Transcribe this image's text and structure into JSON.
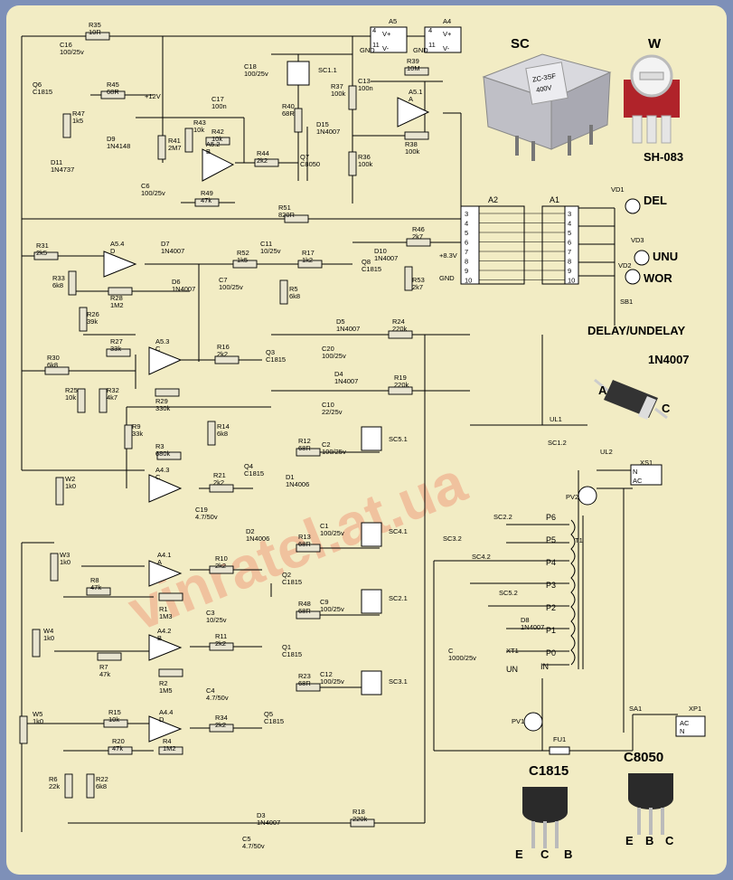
{
  "watermark": "vinratel.at.ua",
  "products": {
    "sc": {
      "title": "SC",
      "face_text": [
        "ZC-3SF",
        "400V"
      ]
    },
    "w": {
      "title": "W",
      "caption": "SH-083"
    },
    "diode": {
      "title": "1N4007",
      "pin_a": "A",
      "pin_c": "C"
    },
    "c1815": {
      "title": "C1815",
      "pins": [
        "E",
        "C",
        "B"
      ]
    },
    "c8050": {
      "title": "C8050",
      "pins": [
        "E",
        "B",
        "C"
      ]
    }
  },
  "indicators": {
    "vd1": "VD1",
    "del": "DEL",
    "vd3": "VD3",
    "unu": "UNU",
    "vd2": "VD2",
    "wor": "WOR",
    "sb1": "SB1",
    "delay": "DELAY/UNDELAY"
  },
  "components": [
    {
      "ref": "R35",
      "val": "10R"
    },
    {
      "ref": "C16",
      "val": "100/25v"
    },
    {
      "ref": "Q6",
      "val": "C1815"
    },
    {
      "ref": "R45",
      "val": "68R"
    },
    {
      "ref": "R47",
      "val": "1k5"
    },
    {
      "ref": "D11",
      "val": "1N4737"
    },
    {
      "ref": "D9",
      "val": "1N4148"
    },
    {
      "ref": "R41",
      "val": "2M7"
    },
    {
      "ref": "R43",
      "val": "10k"
    },
    {
      "ref": "R42",
      "val": "10k"
    },
    {
      "ref": "C17",
      "val": "100n"
    },
    {
      "ref": "A5.2",
      "val": "B"
    },
    {
      "ref": "C6",
      "val": "100/25v"
    },
    {
      "ref": "R49",
      "val": "47k"
    },
    {
      "ref": "R44",
      "val": "2k2"
    },
    {
      "ref": "Q7",
      "val": "C8050"
    },
    {
      "ref": "C18",
      "val": "100/25v"
    },
    {
      "ref": "SC1.1",
      "val": ""
    },
    {
      "ref": "R40",
      "val": "68R"
    },
    {
      "ref": "D15",
      "val": "1N4007"
    },
    {
      "ref": "R37",
      "val": "100k"
    },
    {
      "ref": "C13",
      "val": "100n"
    },
    {
      "ref": "R39",
      "val": "10M"
    },
    {
      "ref": "A5.1",
      "val": "A"
    },
    {
      "ref": "R38",
      "val": "100k"
    },
    {
      "ref": "R36",
      "val": "100k"
    },
    {
      "ref": "A5",
      "val": ""
    },
    {
      "ref": "A4",
      "val": ""
    },
    {
      "ref": "R51",
      "val": "820R"
    },
    {
      "ref": "R31",
      "val": "2k5"
    },
    {
      "ref": "A5.4",
      "val": "D"
    },
    {
      "ref": "D7",
      "val": "1N4007"
    },
    {
      "ref": "R52",
      "val": "1k5"
    },
    {
      "ref": "C11",
      "val": "10/25v"
    },
    {
      "ref": "R17",
      "val": "1k2"
    },
    {
      "ref": "D10",
      "val": "1N4007"
    },
    {
      "ref": "R46",
      "val": "2k7"
    },
    {
      "ref": "Q8",
      "val": "C1815"
    },
    {
      "ref": "R53",
      "val": "2k7"
    },
    {
      "ref": "R33",
      "val": "6k8"
    },
    {
      "ref": "R28",
      "val": "1M2"
    },
    {
      "ref": "D6",
      "val": "1N4007"
    },
    {
      "ref": "C7",
      "val": "100/25v"
    },
    {
      "ref": "R5",
      "val": "6k8"
    },
    {
      "ref": "R26",
      "val": "39k"
    },
    {
      "ref": "D5",
      "val": "1N4007"
    },
    {
      "ref": "R24",
      "val": "220k"
    },
    {
      "ref": "R27",
      "val": "33k"
    },
    {
      "ref": "A5.3",
      "val": "C"
    },
    {
      "ref": "R16",
      "val": "2k2"
    },
    {
      "ref": "Q3",
      "val": "C1815"
    },
    {
      "ref": "C20",
      "val": "100/25v"
    },
    {
      "ref": "R30",
      "val": "6k8"
    },
    {
      "ref": "R29",
      "val": "330k"
    },
    {
      "ref": "D4",
      "val": "1N4007"
    },
    {
      "ref": "R19",
      "val": "220k"
    },
    {
      "ref": "R25",
      "val": "10k"
    },
    {
      "ref": "R32",
      "val": "4k7"
    },
    {
      "ref": "C10",
      "val": "22/25v"
    },
    {
      "ref": "R9",
      "val": "33k"
    },
    {
      "ref": "R14",
      "val": "6k8"
    },
    {
      "ref": "R3",
      "val": "680k"
    },
    {
      "ref": "R12",
      "val": "68R"
    },
    {
      "ref": "C2",
      "val": "100/25v"
    },
    {
      "ref": "SC5.1",
      "val": ""
    },
    {
      "ref": "W2",
      "val": "1k0"
    },
    {
      "ref": "A4.3",
      "val": "C"
    },
    {
      "ref": "R21",
      "val": "2k2"
    },
    {
      "ref": "Q4",
      "val": "C1815"
    },
    {
      "ref": "D1",
      "val": "1N4006"
    },
    {
      "ref": "C19",
      "val": "4.7/50v"
    },
    {
      "ref": "D2",
      "val": "1N4006"
    },
    {
      "ref": "C1",
      "val": "100/25v"
    },
    {
      "ref": "R13",
      "val": "68R"
    },
    {
      "ref": "SC4.1",
      "val": ""
    },
    {
      "ref": "W3",
      "val": "1k0"
    },
    {
      "ref": "A4.1",
      "val": "A"
    },
    {
      "ref": "R8",
      "val": "47k"
    },
    {
      "ref": "R10",
      "val": "2k2"
    },
    {
      "ref": "Q2",
      "val": "C1815"
    },
    {
      "ref": "R1",
      "val": "1M3"
    },
    {
      "ref": "C3",
      "val": "10/25v"
    },
    {
      "ref": "C9",
      "val": "100/25v"
    },
    {
      "ref": "SC2.1",
      "val": ""
    },
    {
      "ref": "W4",
      "val": "1k0"
    },
    {
      "ref": "A4.2",
      "val": "B"
    },
    {
      "ref": "R11",
      "val": "2k2"
    },
    {
      "ref": "R7",
      "val": "47k"
    },
    {
      "ref": "R48",
      "val": "68R"
    },
    {
      "ref": "Q1",
      "val": "C1815"
    },
    {
      "ref": "R2",
      "val": "1M5"
    },
    {
      "ref": "C4",
      "val": "4.7/50v"
    },
    {
      "ref": "C12",
      "val": "100/25v"
    },
    {
      "ref": "SC3.1",
      "val": ""
    },
    {
      "ref": "R23",
      "val": "68R"
    },
    {
      "ref": "W5",
      "val": "1k0"
    },
    {
      "ref": "R15",
      "val": "10k"
    },
    {
      "ref": "A4.4",
      "val": "D"
    },
    {
      "ref": "R34",
      "val": "2k2"
    },
    {
      "ref": "Q5",
      "val": "C1815"
    },
    {
      "ref": "R20",
      "val": "47k"
    },
    {
      "ref": "R4",
      "val": "1M2"
    },
    {
      "ref": "R6",
      "val": "22k"
    },
    {
      "ref": "R22",
      "val": "6k8"
    },
    {
      "ref": "D3",
      "val": "1N4007"
    },
    {
      "ref": "R18",
      "val": "220k"
    },
    {
      "ref": "C5",
      "val": "4.7/50v"
    },
    {
      "ref": "UL1",
      "val": ""
    },
    {
      "ref": "SC1.2",
      "val": ""
    },
    {
      "ref": "UL2",
      "val": ""
    },
    {
      "ref": "XS1",
      "val": ""
    },
    {
      "ref": "PV2",
      "val": ""
    },
    {
      "ref": "SC2.2",
      "val": ""
    },
    {
      "ref": "T1",
      "val": ""
    },
    {
      "ref": "SC3.2",
      "val": ""
    },
    {
      "ref": "SC4.2",
      "val": ""
    },
    {
      "ref": "SC5.2",
      "val": ""
    },
    {
      "ref": "D8",
      "val": "1N4007"
    },
    {
      "ref": "XT1",
      "val": ""
    },
    {
      "ref": "C",
      "val": "1000/25v"
    },
    {
      "ref": "PV1",
      "val": ""
    },
    {
      "ref": "FU1",
      "val": ""
    },
    {
      "ref": "SA1",
      "val": ""
    },
    {
      "ref": "XP1",
      "val": ""
    }
  ],
  "connector_a2": [
    "3",
    "4",
    "5",
    "6",
    "7",
    "8",
    "9",
    "10"
  ],
  "connector_a1": [
    "3",
    "4",
    "5",
    "6",
    "7",
    "8",
    "9",
    "10"
  ],
  "net_labels": [
    "+12V",
    "GND",
    "+8.3V",
    "V+",
    "V-",
    "11",
    "4",
    "UN",
    "IN",
    "N",
    "AC",
    "P6",
    "P5",
    "P4",
    "P3",
    "P2",
    "P1",
    "P0"
  ],
  "taps": [
    "P6",
    "P5",
    "P4",
    "P3",
    "P2",
    "P1",
    "P0"
  ]
}
